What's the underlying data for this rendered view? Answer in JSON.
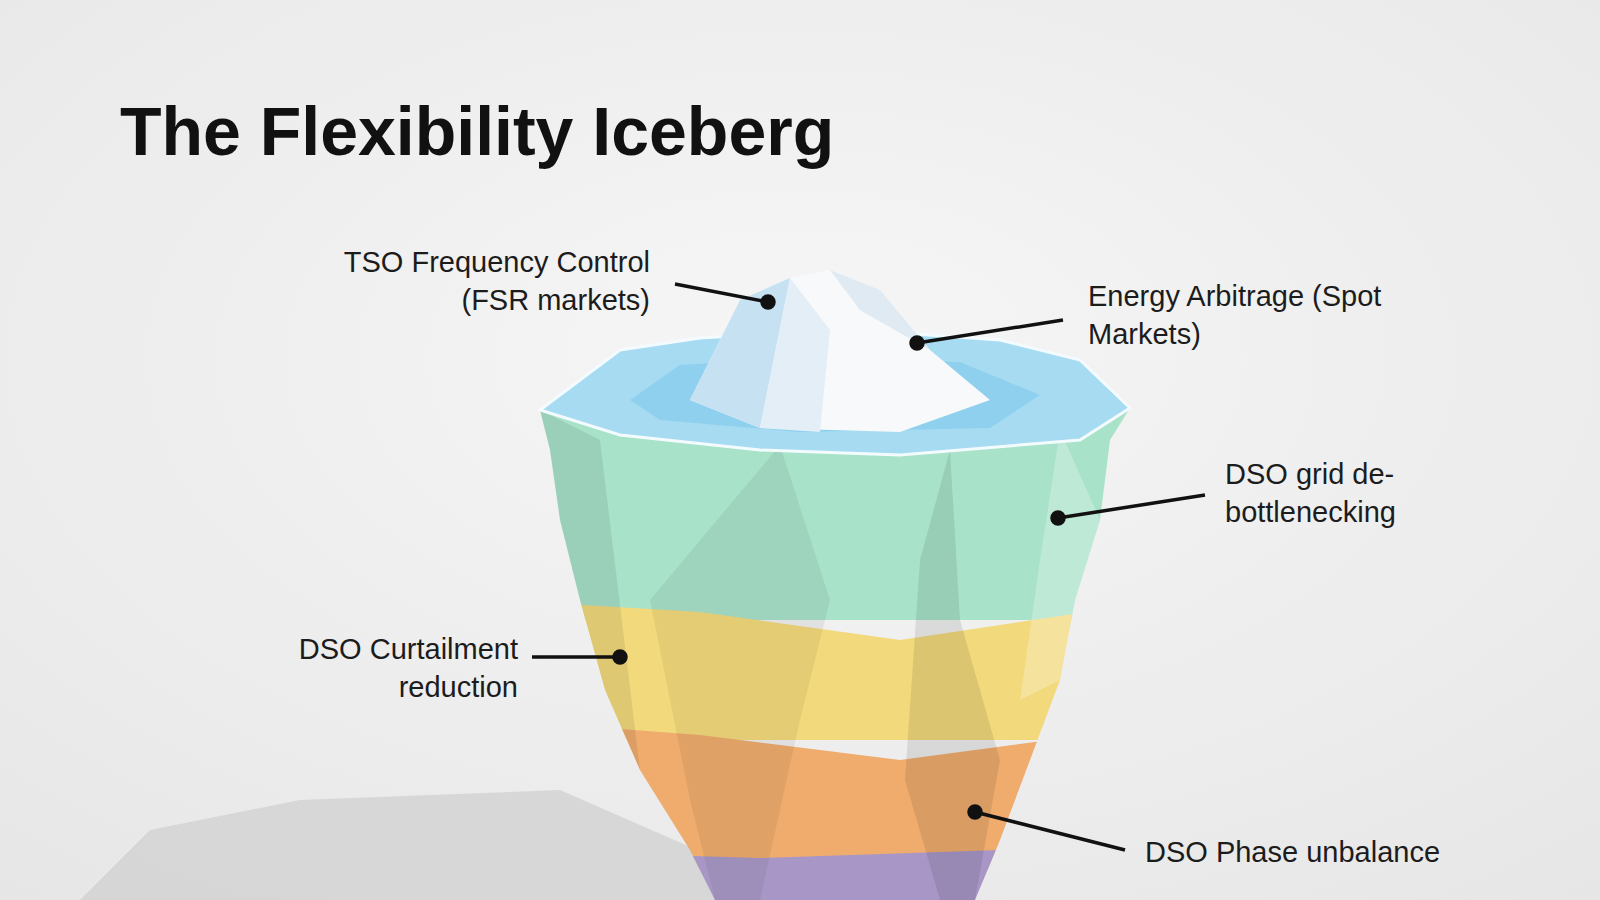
{
  "diagram": {
    "title": "The Flexibility Iceberg",
    "labels": [
      "TSO Frequency Control (FSR markets)",
      "Energy Arbitrage (Spot Markets)",
      "DSO grid de-bottlenecking",
      "DSO Curtailment reduction",
      "DSO Phase unbalance"
    ]
  }
}
